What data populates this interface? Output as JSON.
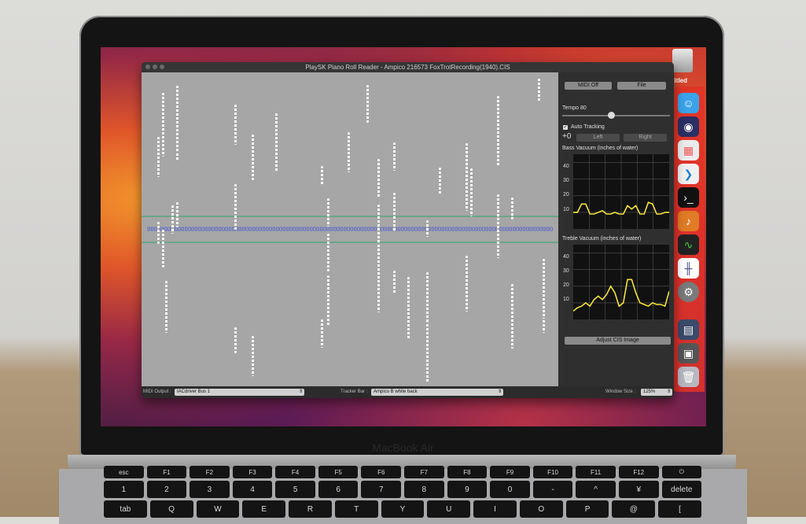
{
  "device": {
    "brand": "MacBook Air"
  },
  "desktop": {
    "icon_label": "ntitled"
  },
  "window": {
    "title": "PlaySK Piano Roll Reader - Ampico 216573 FoxTrotRecording(1940).CIS"
  },
  "panel": {
    "midi_off": "MIDI Off",
    "file": "File",
    "tempo_label": "Tempo 80",
    "tempo_value": 0.45,
    "auto_tracking_label": "Auto Tracking",
    "auto_tracking_checked": true,
    "tracking_offset": "+0",
    "left": "Left",
    "right": "Right",
    "bass_title": "Bass Vacuum (inches of water)",
    "treble_title": "Treble Vacuum (inches of water)",
    "y_ticks": [
      "40",
      "30",
      "20",
      "10"
    ],
    "adjust_cis": "Adjust CIS Image",
    "bass_series": [
      10,
      10,
      15,
      15,
      9,
      9,
      10,
      11,
      9,
      9,
      10,
      9,
      9,
      14,
      12,
      14,
      9,
      9,
      16,
      15,
      9,
      9,
      10,
      10
    ],
    "treble_series": [
      5,
      7,
      8,
      10,
      8,
      12,
      14,
      12,
      15,
      20,
      16,
      8,
      10,
      24,
      24,
      16,
      10,
      9,
      8,
      10,
      9,
      9,
      8,
      17
    ]
  },
  "statusbar": {
    "midi_output_label": "MIDI Output :",
    "midi_output_value": "IACdriver Bus 1",
    "tracker_bar_label": "Tracker Bar :",
    "tracker_bar_value": "Ampico B white back",
    "window_size_label": "Window Size :",
    "window_size_value": "125%"
  },
  "colors": {
    "dock": "#e1322b",
    "graph_line": "#f4e23a",
    "tracker_line": "#3a4fd9",
    "guide_line": "#2aa86b"
  },
  "keyboard": {
    "row1": [
      "esc",
      "F1",
      "F2",
      "F3",
      "F4",
      "F5",
      "F6",
      "F7",
      "F8",
      "F9",
      "F10",
      "F11",
      "F12",
      "⏻"
    ],
    "row2": [
      "1",
      "2",
      "3",
      "4",
      "5",
      "6",
      "7",
      "8",
      "9",
      "0",
      "-",
      "^",
      "¥",
      "delete"
    ],
    "row3": [
      "tab",
      "Q",
      "W",
      "E",
      "R",
      "T",
      "Y",
      "U",
      "I",
      "O",
      "P",
      "@",
      "["
    ]
  }
}
